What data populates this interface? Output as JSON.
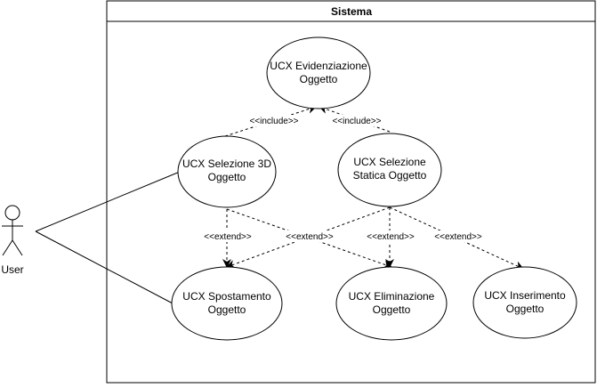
{
  "system": {
    "title": "Sistema"
  },
  "actor": {
    "label": "User"
  },
  "use_cases": [
    {
      "id": "evidenziazione",
      "lines": [
        "UCX Evidenziazione",
        "Oggetto"
      ]
    },
    {
      "id": "selezione3d",
      "lines": [
        "UCX Selezione 3D",
        "Oggetto"
      ]
    },
    {
      "id": "selezionestatica",
      "lines": [
        "UCX Selezione",
        "Statica Oggetto"
      ]
    },
    {
      "id": "spostamento",
      "lines": [
        "UCX Spostamento",
        "Oggetto"
      ]
    },
    {
      "id": "eliminazione",
      "lines": [
        "UCX Eliminazione",
        "Oggetto"
      ]
    },
    {
      "id": "inserimento",
      "lines": [
        "UCX Inserimento",
        "Oggetto"
      ]
    }
  ],
  "relations": {
    "include": "<<include>>",
    "extend": "<<extend>>"
  },
  "colors": {
    "stroke": "#000000",
    "background": "#ffffff"
  }
}
